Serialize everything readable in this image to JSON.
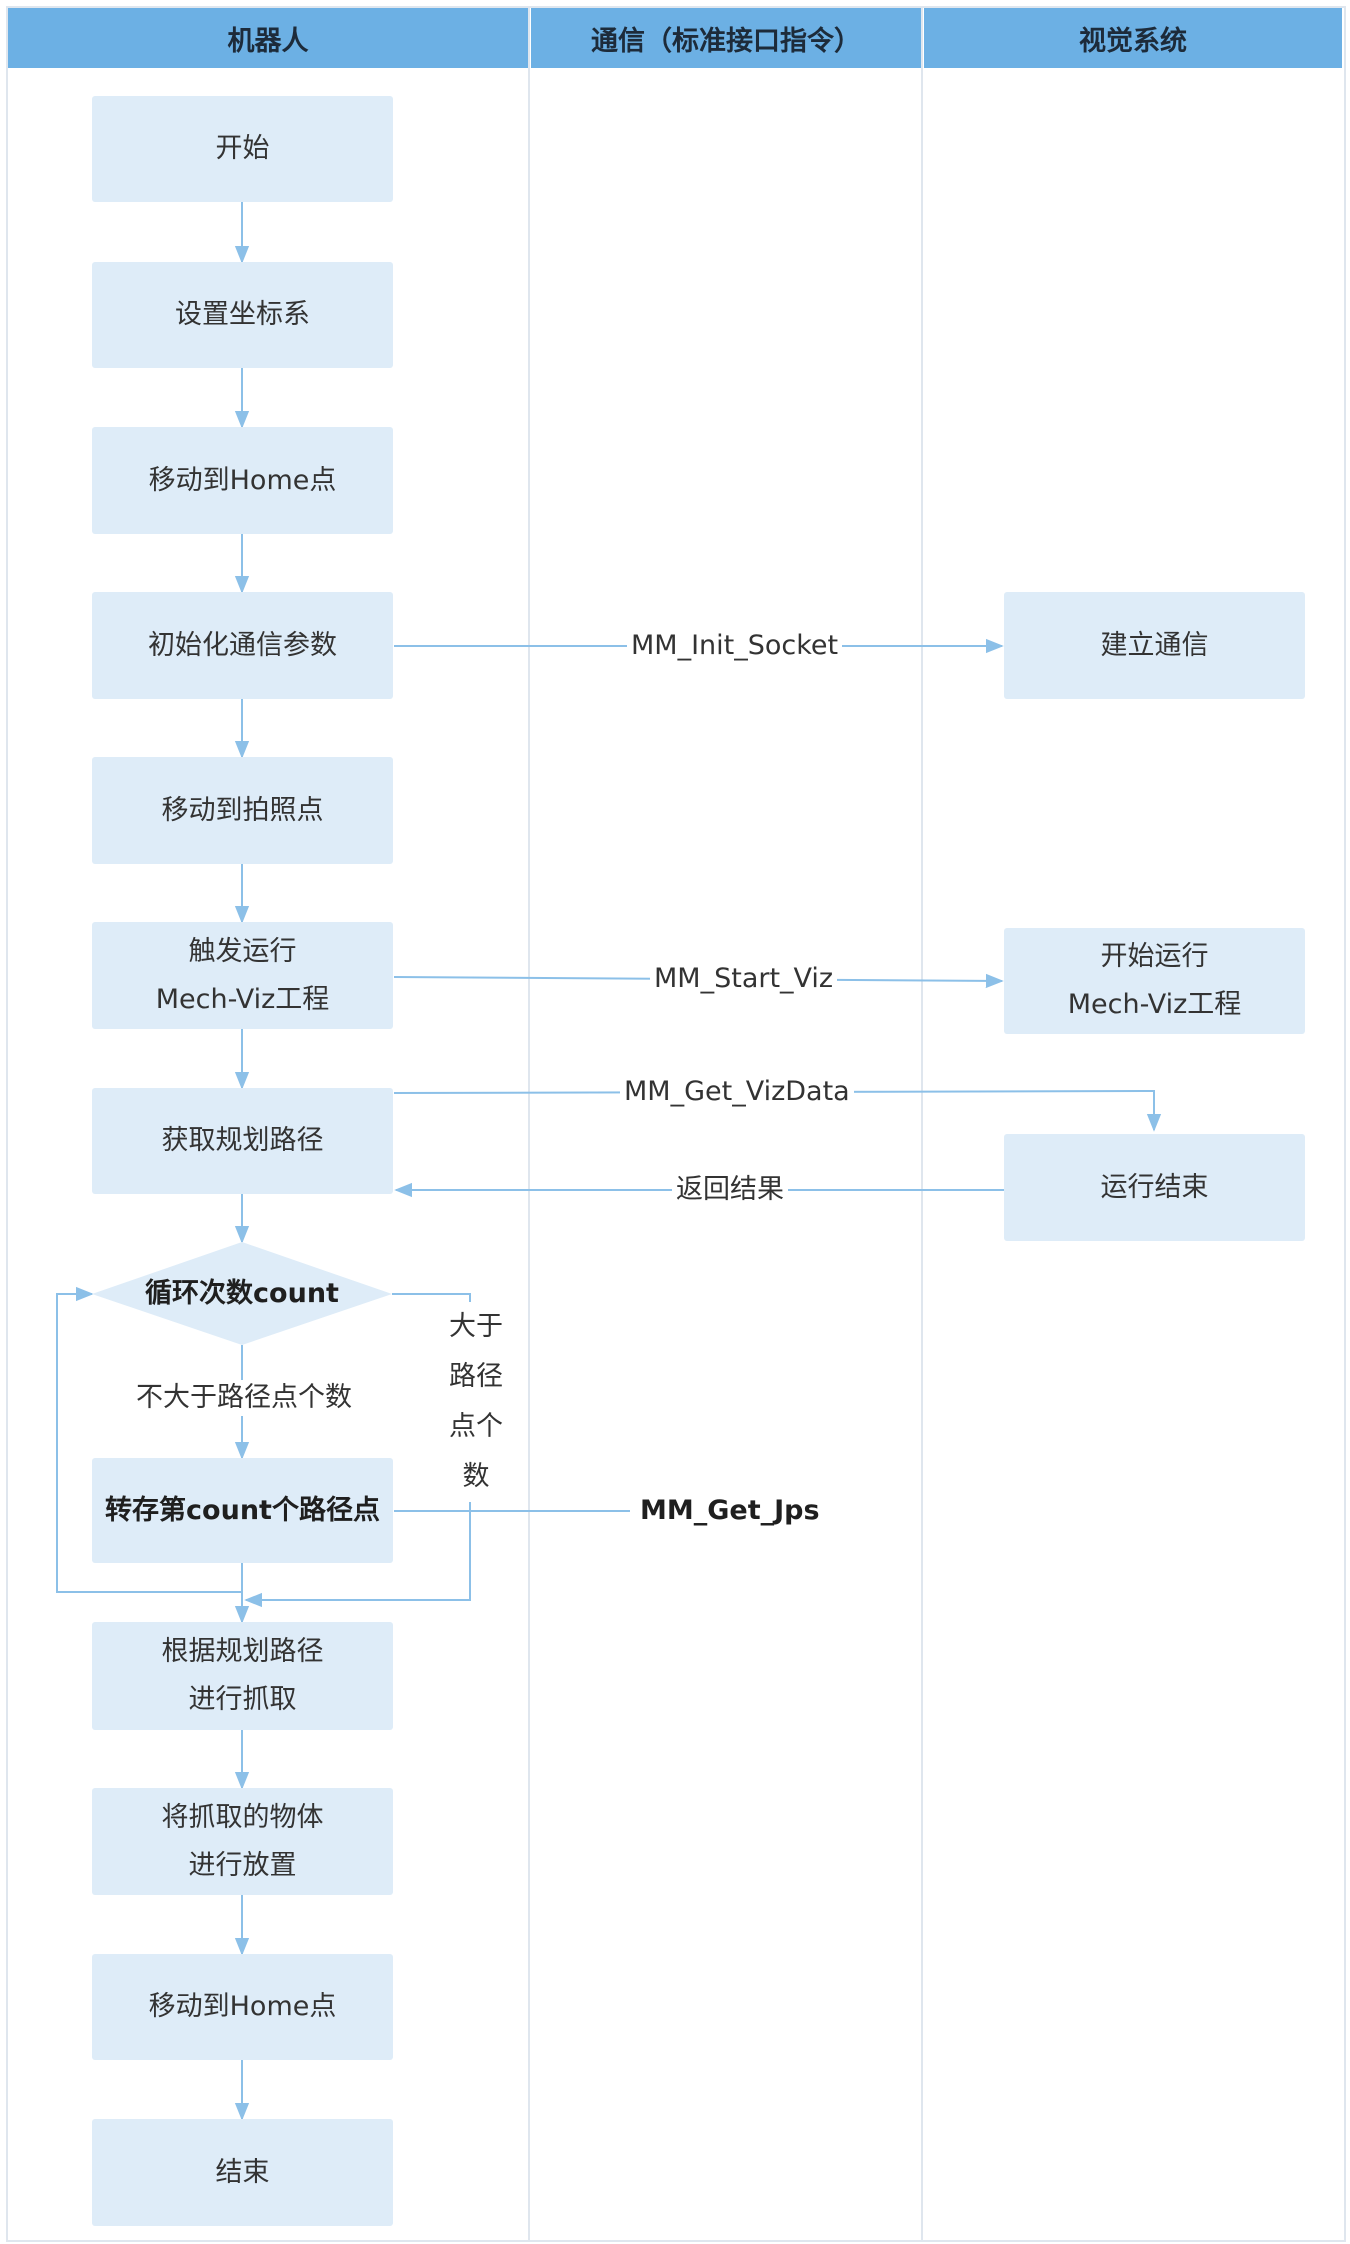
{
  "lanes": {
    "robot": "机器人",
    "comm": "通信（标准接口指令）",
    "vision": "视觉系统"
  },
  "robot_steps": {
    "start": "开始",
    "set_coords": "设置坐标系",
    "move_home_1": "移动到Home点",
    "init_comm": "初始化通信参数",
    "move_photo": "移动到拍照点",
    "trigger_viz": "触发运行\nMech-Viz工程",
    "get_path": "获取规划路径",
    "loop": "循环次数count",
    "store_point": "转存第count个路径点",
    "grab": "根据规划路径\n进行抓取",
    "place": "将抓取的物体\n进行放置",
    "move_home_2": "移动到Home点",
    "end": "结束"
  },
  "vision_steps": {
    "connect": "建立通信",
    "start_viz": "开始运行\nMech-Viz工程",
    "run_end": "运行结束"
  },
  "labels": {
    "init_socket": "MM_Init_Socket",
    "start_viz": "MM_Start_Viz",
    "get_vizdata": "MM_Get_VizData",
    "return_result": "返回结果",
    "not_greater": "不大于路径点个数",
    "greater": "大于\n路径\n点个\n数",
    "get_jps": "MM_Get_Jps"
  },
  "colors": {
    "header": "#6cb0e4",
    "box_fill": "#deecf8",
    "arrow": "#8cc0e8"
  }
}
